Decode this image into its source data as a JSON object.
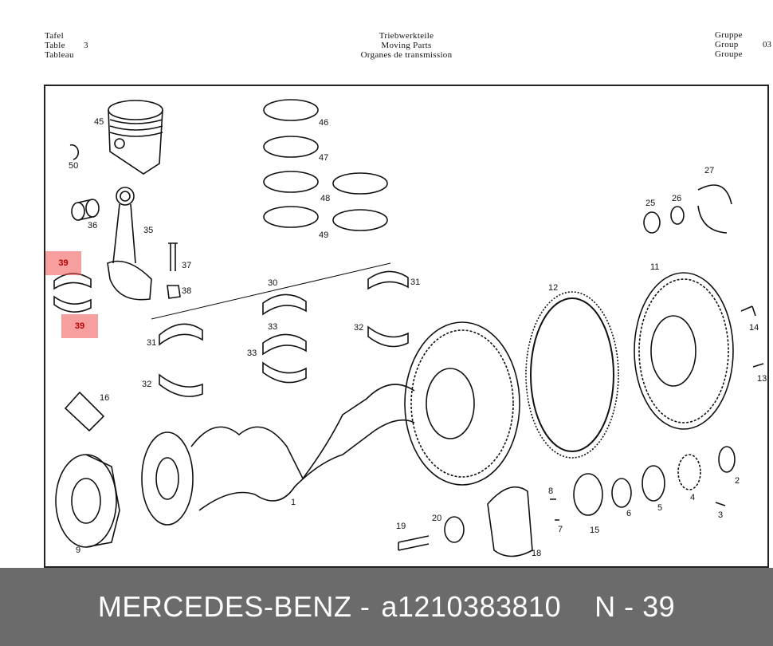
{
  "header": {
    "left": [
      "Tafel",
      "Table",
      "Tableau"
    ],
    "left_number": "3",
    "center": [
      "Triebwerkteile",
      "Moving Parts",
      "Organes de transmission"
    ],
    "right": [
      "Gruppe",
      "Group",
      "Groupe"
    ],
    "right_number": "03"
  },
  "parts": [
    "1",
    "2",
    "3",
    "4",
    "5",
    "6",
    "7",
    "8",
    "9",
    "11",
    "12",
    "13",
    "14",
    "15",
    "16",
    "18",
    "19",
    "20",
    "25",
    "26",
    "27",
    "30",
    "31",
    "31",
    "32",
    "32",
    "33",
    "33",
    "35",
    "36",
    "37",
    "38",
    "45",
    "46",
    "47",
    "48",
    "49",
    "50"
  ],
  "highlight": {
    "label_top": "39",
    "label_bottom": "39",
    "color": "#f05050"
  },
  "footer": {
    "brand": "MERCEDES-BENZ -",
    "code": "a1210383810",
    "ref": "N - 39",
    "bg": "#6b6b6b"
  }
}
